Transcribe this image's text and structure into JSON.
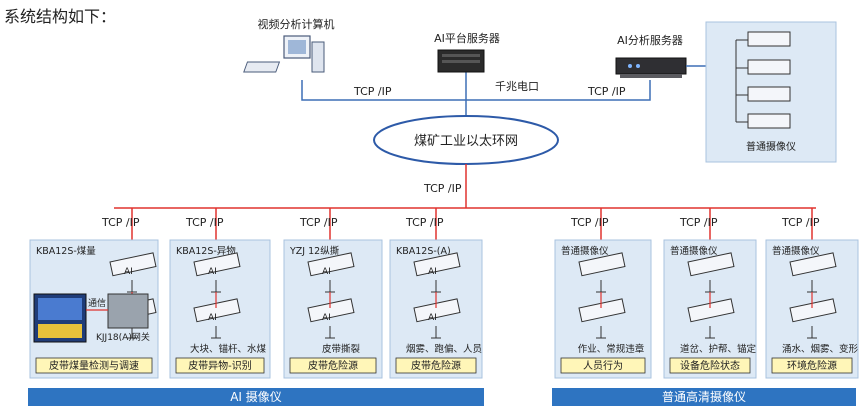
{
  "heading": "系统结构如下：",
  "top_nodes": {
    "video_pc": "视频分析计算机",
    "ai_platform_server": "AI平台服务器",
    "ai_analysis_server": "AI分析服务器",
    "gigabit_label": "千兆电口",
    "tcpip_left": "TCP /IP",
    "tcpip_right": "TCP /IP"
  },
  "network": {
    "label": "煤矿工业以太环网",
    "tcpip_down": "TCP /IP"
  },
  "top_right_box": {
    "caption": "普通摄像仪"
  },
  "ai_label": "AI",
  "tcpip_branch": "TCP /IP",
  "groups": [
    {
      "title": "KBA12S-煤量",
      "footer": "皮带煤量检测与调速",
      "caption": "",
      "comm_label": "通信",
      "gateway_label": "KJJ18(A)网关"
    },
    {
      "title": "KBA12S-异物",
      "footer": "皮带异物-识别",
      "caption": "大块、锚杆、水煤"
    },
    {
      "title": "YZJ 12纵撕",
      "footer": "皮带危险源",
      "caption": "皮带撕裂"
    },
    {
      "title": "KBA12S-(A)",
      "footer": "皮带危险源",
      "caption": "烟雾、跑偏、人员"
    },
    {
      "title": "普通摄像仪",
      "footer": "人员行为",
      "caption": "作业、常规违章"
    },
    {
      "title": "普通摄像仪",
      "footer": "设备危险状态",
      "caption": "道岔、护帮、锚定"
    },
    {
      "title": "普通摄像仪",
      "footer": "环境危险源",
      "caption": "涌水、烟雾、变形"
    }
  ],
  "bottom_bars": {
    "ai_camera": "AI 摄像仪",
    "hd_camera": "普通高清摄像仪"
  },
  "colors": {
    "red_line": "#e0332f",
    "blue_line": "#3d6fb5",
    "group_fill": "#dde9f5",
    "group_stroke": "#a9c3df",
    "footer_fill": "#fff6b8",
    "bar_fill": "#2e74c1"
  }
}
